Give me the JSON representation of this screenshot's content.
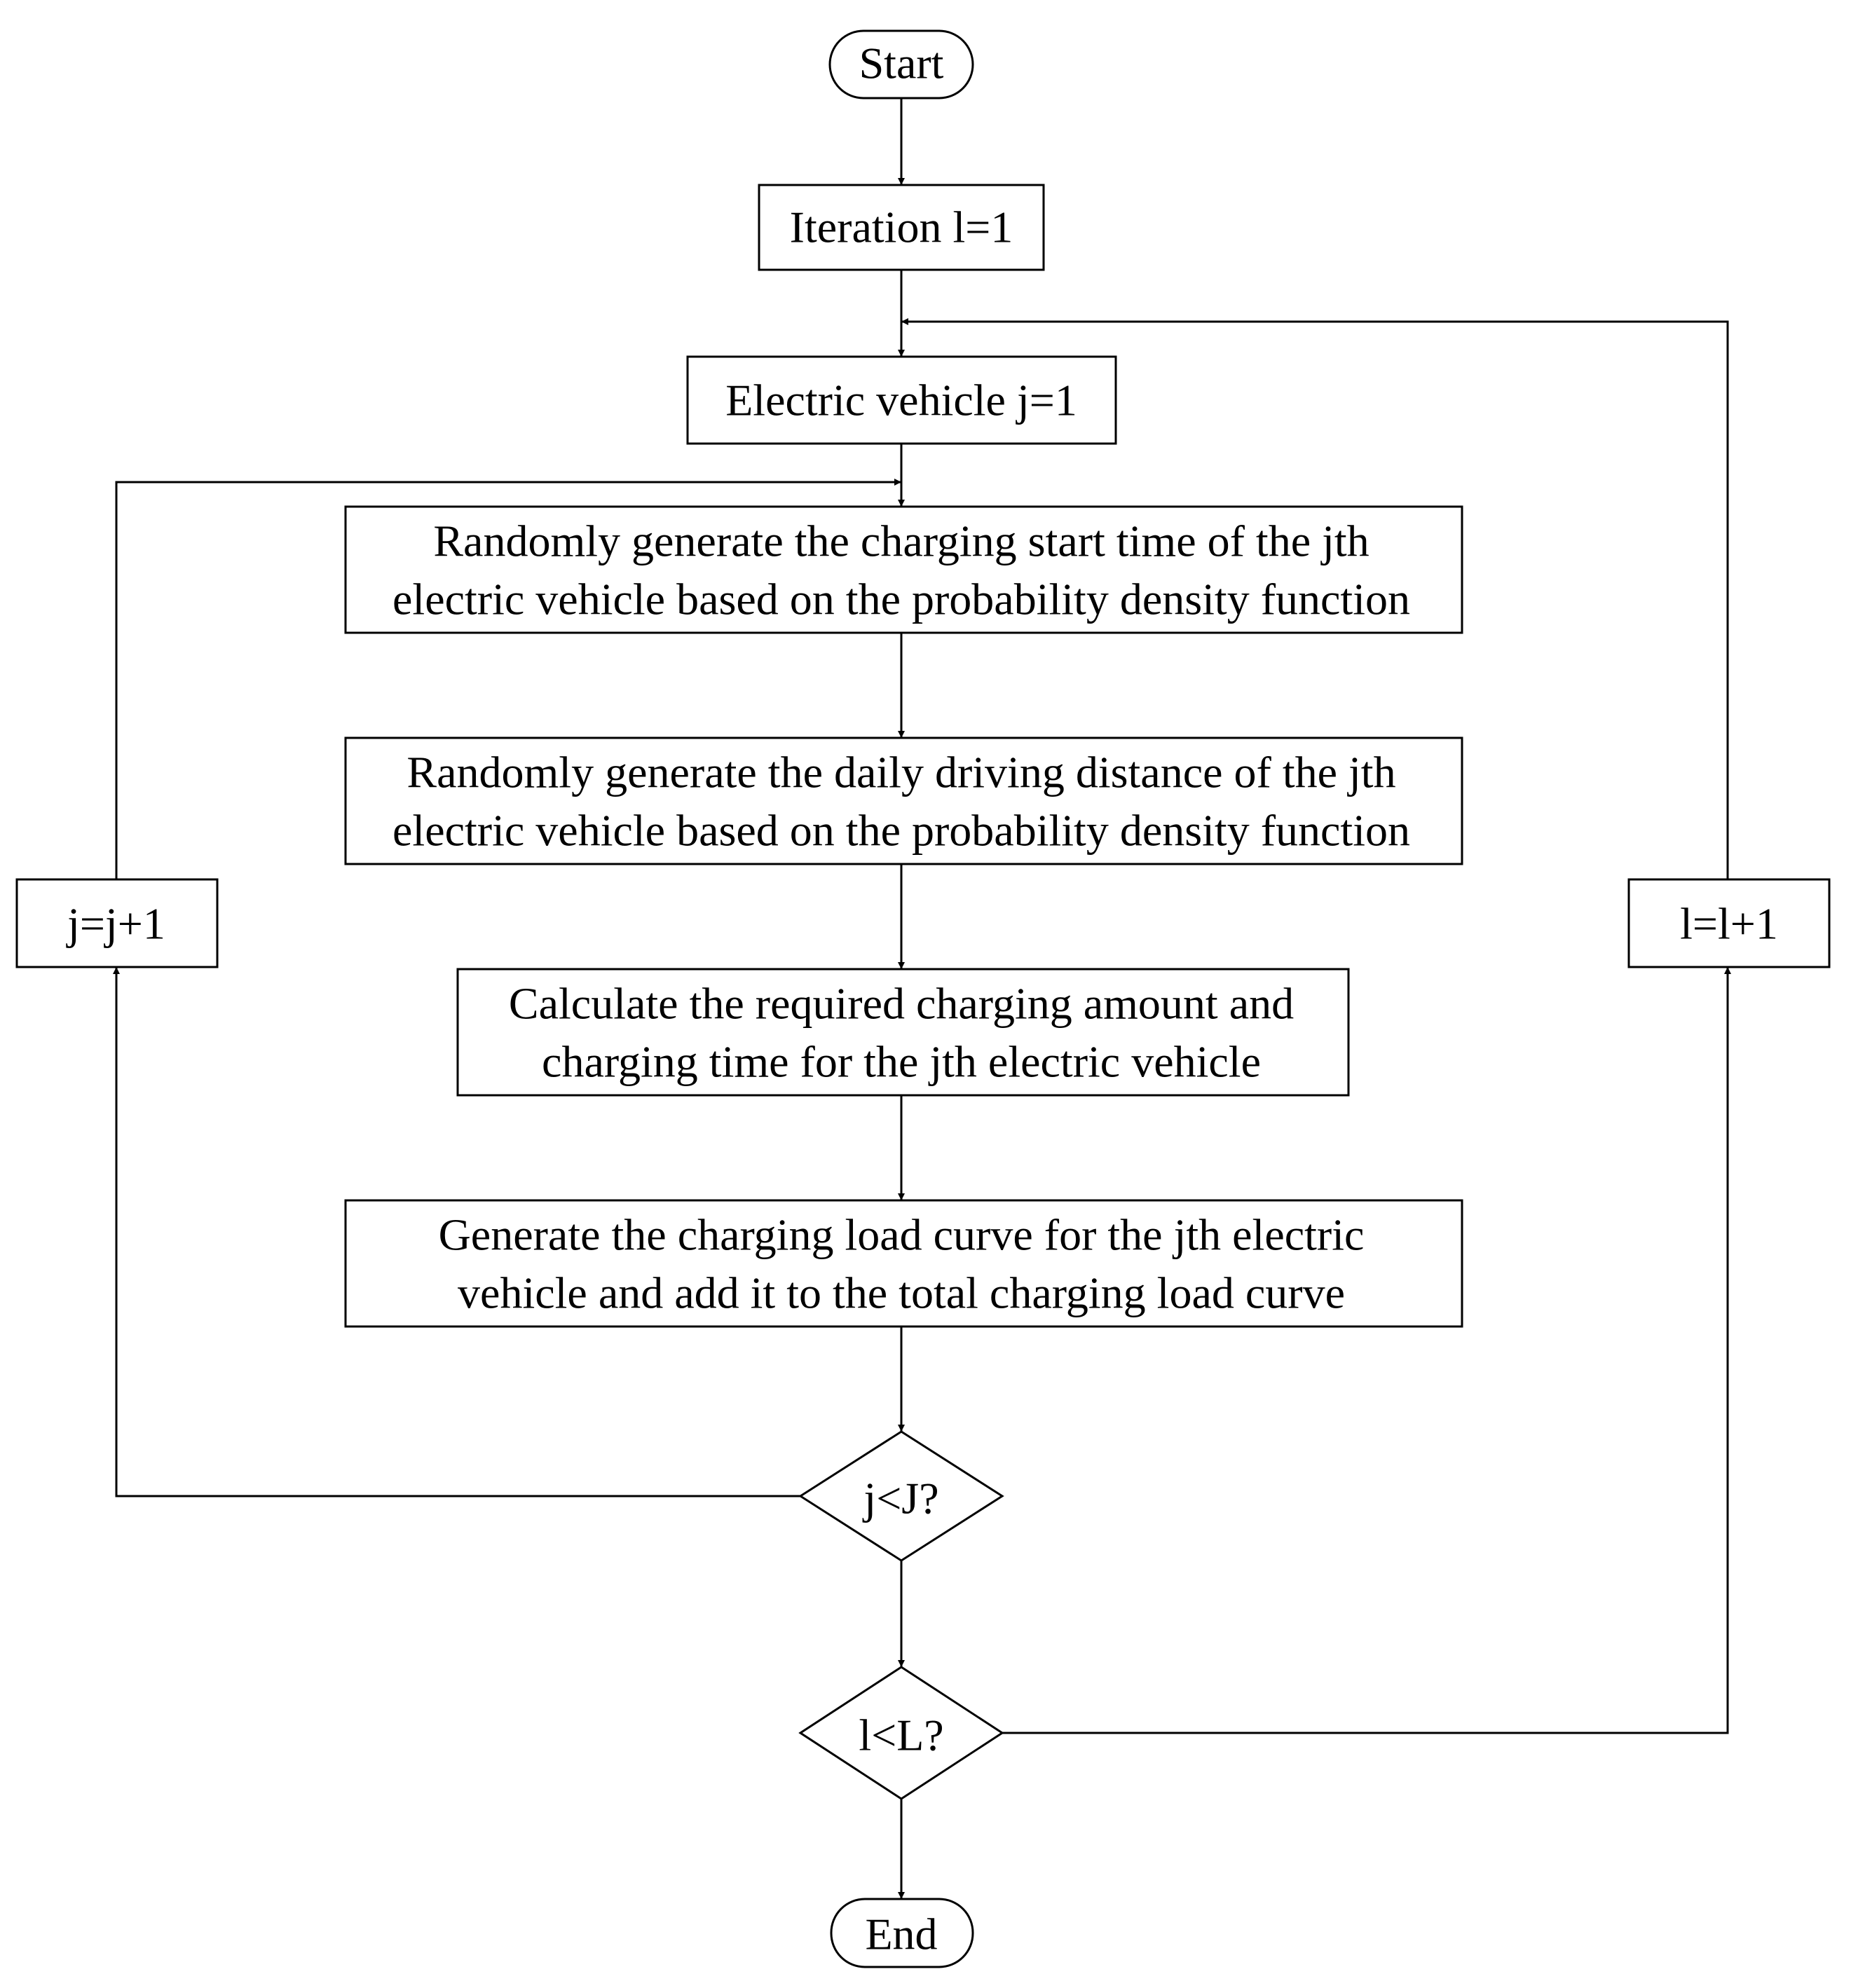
{
  "start": "Start",
  "end": "End",
  "iteration_init": "Iteration l=1",
  "vehicle_init": "Electric vehicle j=1",
  "step_start_time": [
    "Randomly generate the charging start time of the jth",
    "electric vehicle based on the probability density function"
  ],
  "step_distance": [
    "Randomly generate the daily driving distance of the jth",
    "electric vehicle based on the probability density function"
  ],
  "step_charging": [
    "Calculate the required charging amount and",
    "charging time for the jth electric vehicle"
  ],
  "step_load_curve": [
    "Generate the charging load curve for the jth electric",
    "vehicle and add it to the total charging load curve"
  ],
  "decision_j": "j<J?",
  "decision_l": "l<L?",
  "increment_j": "j=j+1",
  "increment_l": "l=l+1"
}
